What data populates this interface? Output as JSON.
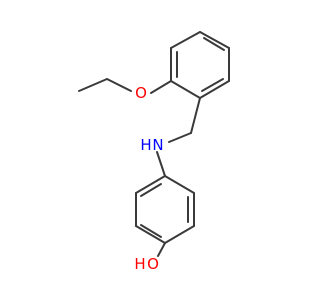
{
  "molecule": {
    "atoms": {
      "oxygen_ether": "O",
      "nitrogen_amine": "H",
      "nitrogen_amine_n": "N",
      "oxygen_hydroxyl_h": "H",
      "oxygen_hydroxyl_o": "O"
    },
    "colors": {
      "oxygen": "#ff0000",
      "nitrogen": "#0000ff",
      "bond": "#3a3a3a"
    }
  }
}
